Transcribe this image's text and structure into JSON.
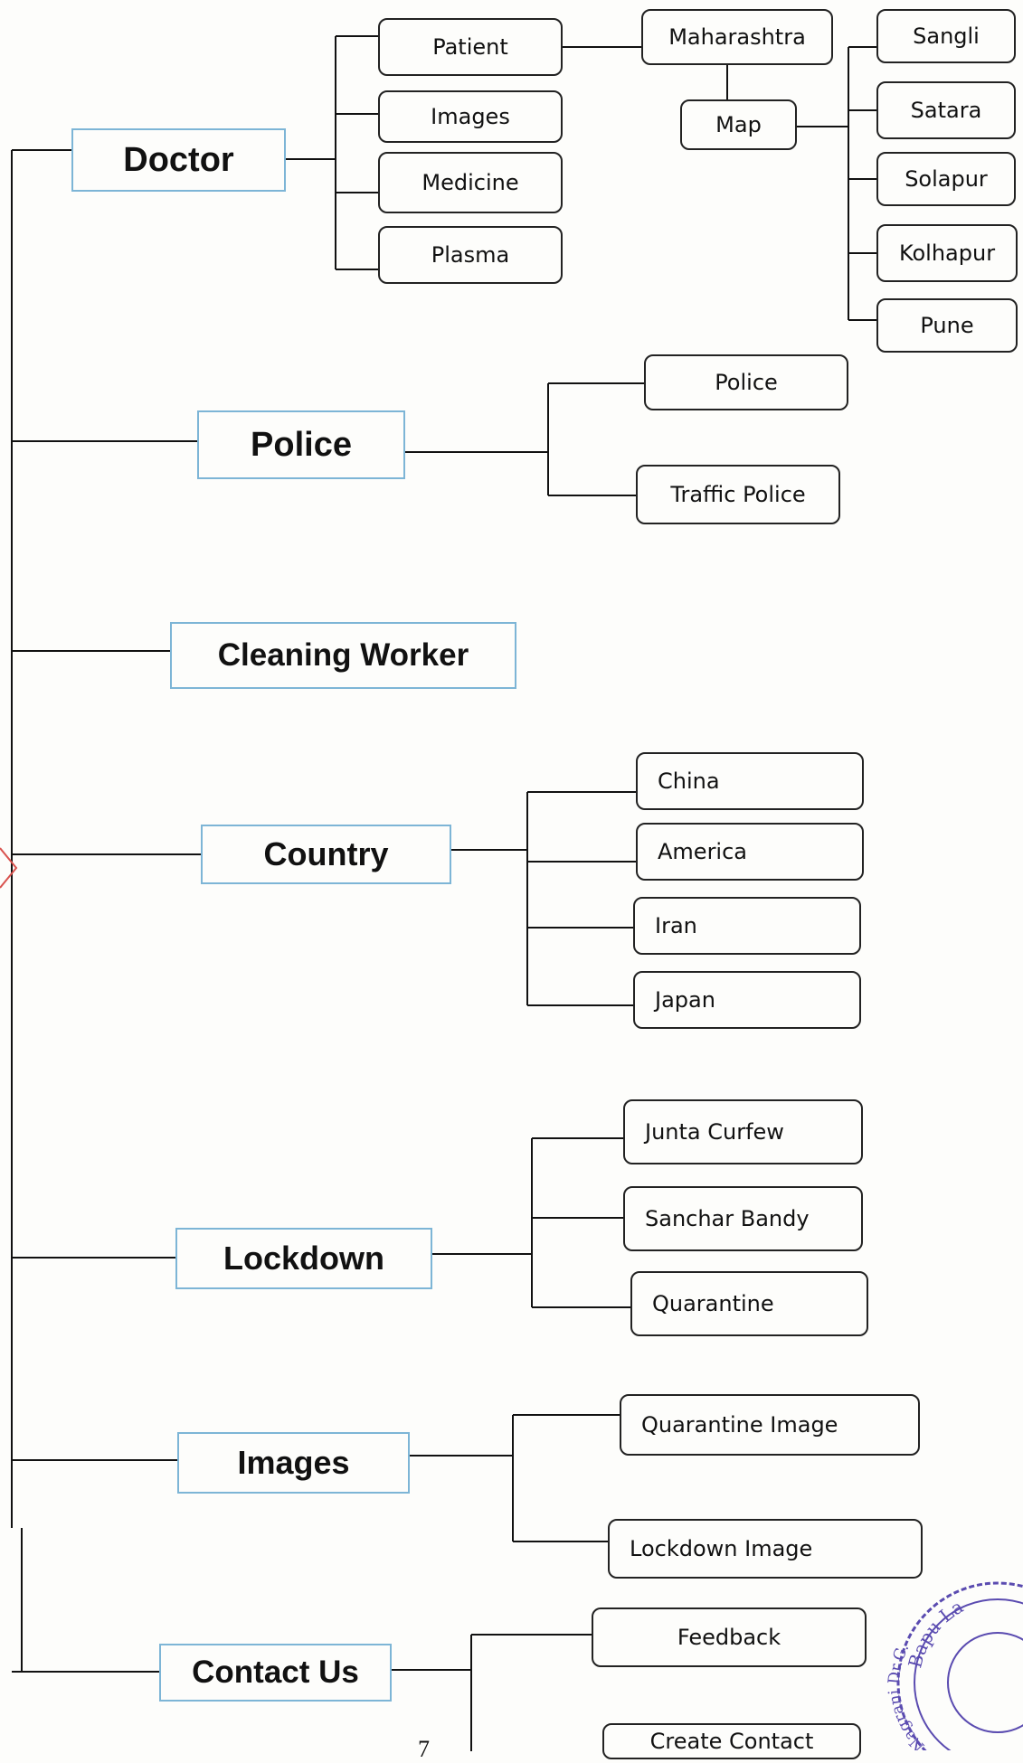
{
  "diagram": {
    "root_children": [
      {
        "label": "Doctor",
        "children": [
          "Patient",
          "Images",
          "Medicine",
          "Plasma"
        ]
      },
      {
        "label": "Police",
        "children": [
          "Police",
          "Traffic Police"
        ]
      },
      {
        "label": "Cleaning Worker",
        "children": []
      },
      {
        "label": "Country",
        "children": [
          "China",
          "America",
          "Iran",
          "Japan"
        ]
      },
      {
        "label": "Lockdown",
        "children": [
          "Junta Curfew",
          "Sanchar Bandy",
          "Quarantine"
        ]
      },
      {
        "label": "Images",
        "children": [
          "Quarantine Image",
          "Lockdown Image"
        ]
      },
      {
        "label": "Contact Us",
        "children": [
          "Feedback",
          "Create Contact"
        ]
      }
    ],
    "patient_branch": {
      "label": "Maharashtra",
      "child": "Map"
    },
    "map_children": [
      "Sangli",
      "Satara",
      "Solapur",
      "Kolhapur",
      "Pune"
    ]
  },
  "page_number": "7",
  "seal": {
    "text": "Bapu La",
    "left_text": "Nagrani Dr.G.D."
  },
  "colors": {
    "main_border": "#7db5d6",
    "sub_border": "#222222",
    "line": "#111111",
    "seal": "#5a4bb0",
    "margin_mark": "#d9534f"
  }
}
